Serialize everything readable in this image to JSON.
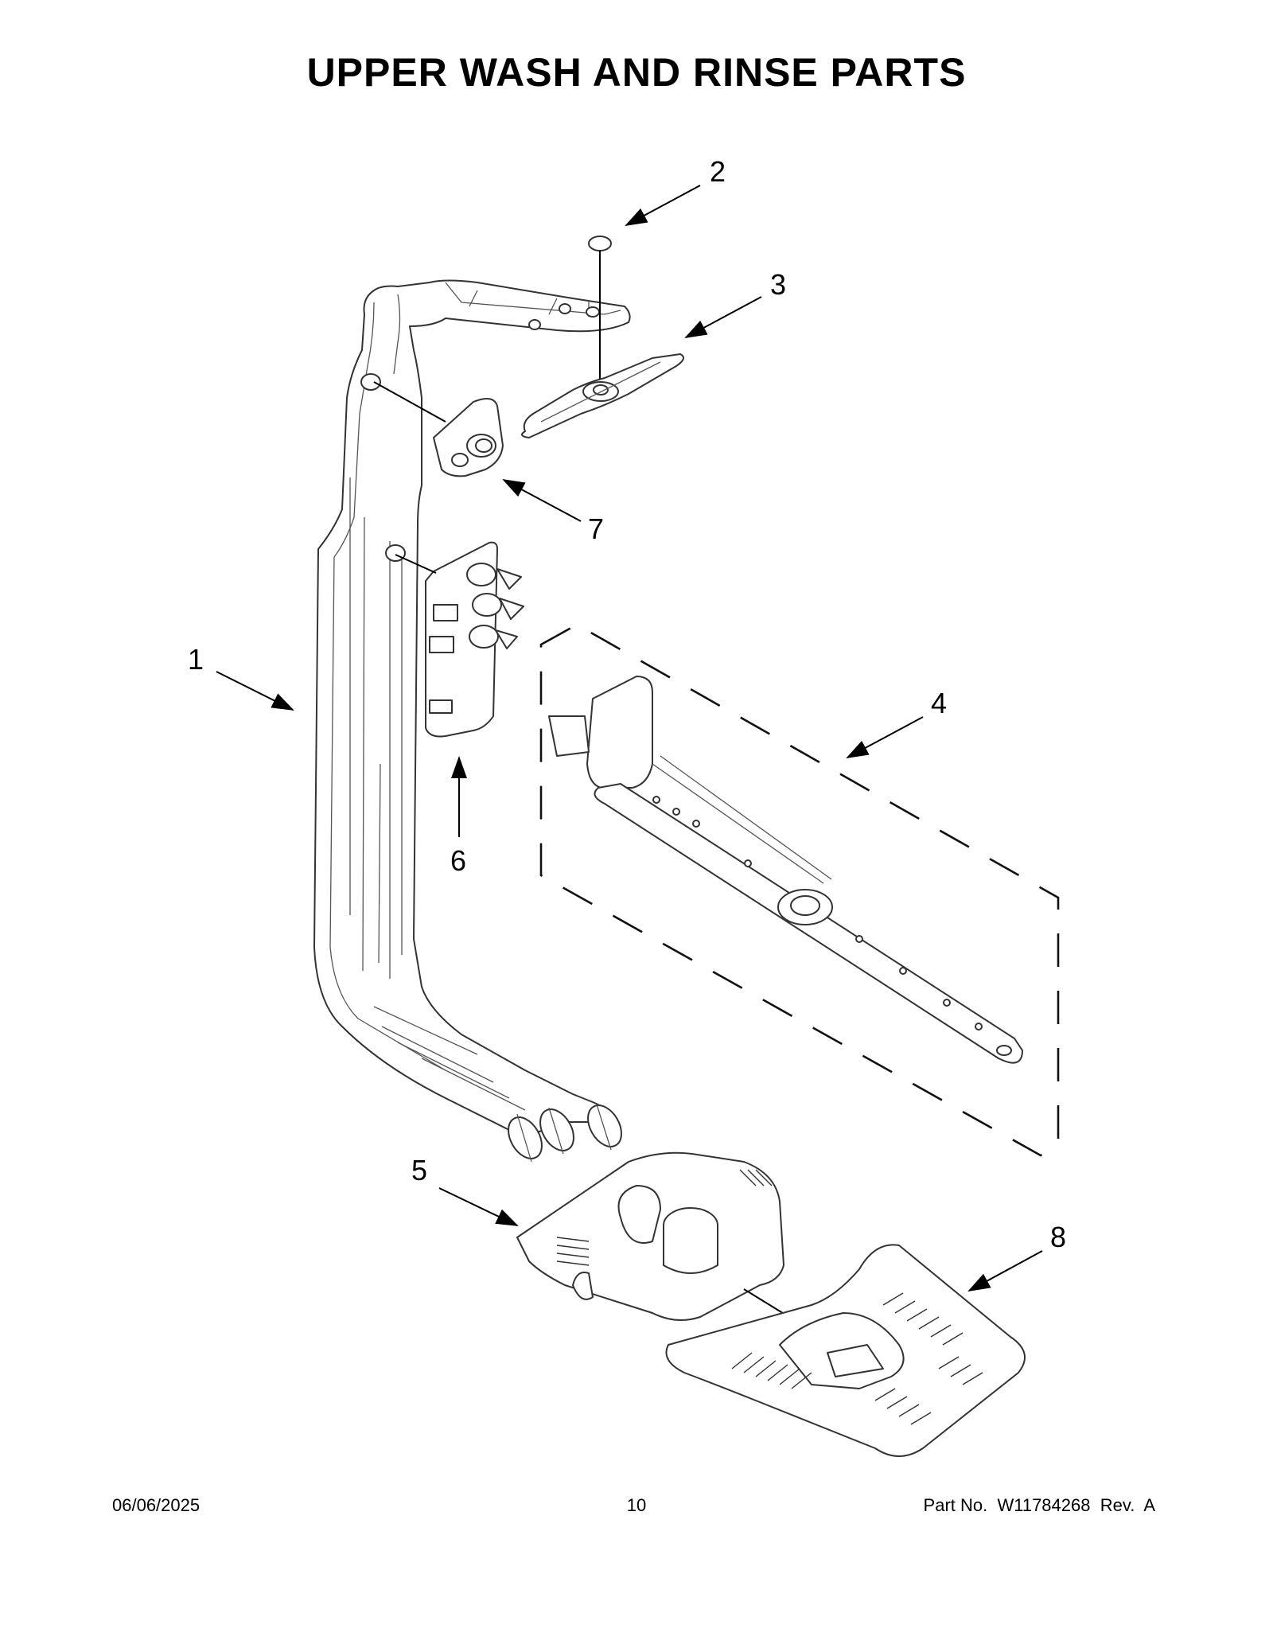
{
  "page": {
    "title": "UPPER WASH AND RINSE PARTS",
    "footer_date": "06/06/2025",
    "footer_page": "10",
    "footer_part": "Part No.  W11784268  Rev.  A"
  },
  "callouts": [
    {
      "id": "1",
      "label": "1"
    },
    {
      "id": "2",
      "label": "2"
    },
    {
      "id": "3",
      "label": "3"
    },
    {
      "id": "4",
      "label": "4"
    },
    {
      "id": "5",
      "label": "5"
    },
    {
      "id": "6",
      "label": "6"
    },
    {
      "id": "7",
      "label": "7"
    },
    {
      "id": "8",
      "label": "8"
    }
  ]
}
